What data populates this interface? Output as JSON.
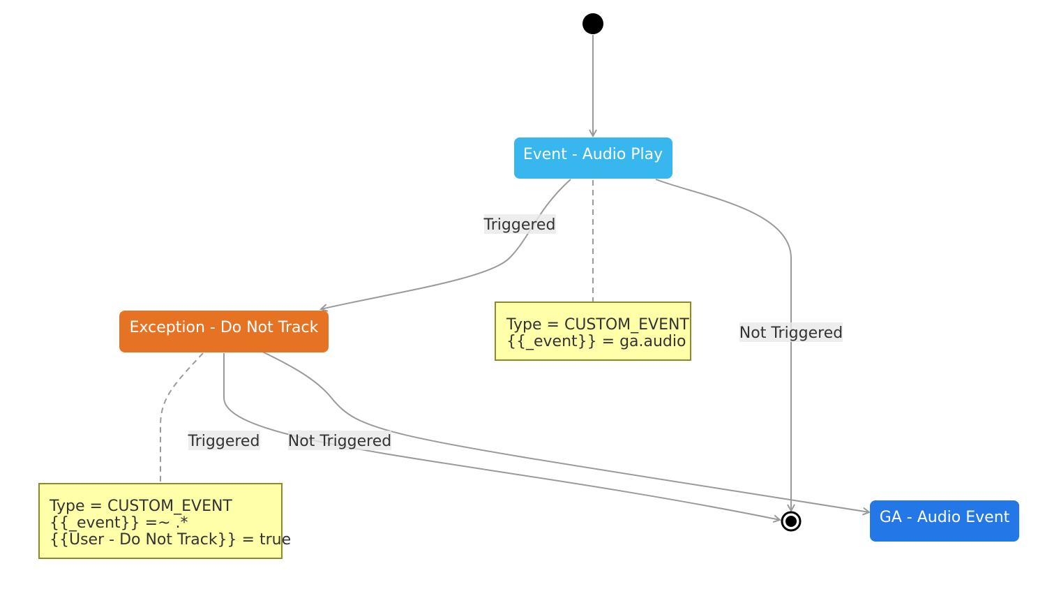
{
  "colors": {
    "event_state": "#38b6ee",
    "exception_state": "#e67323",
    "ga_state": "#2377e6",
    "note_fill": "#ffffaa",
    "note_border": "#8a8a2c",
    "edge": "#9a9a9a",
    "label_bg": "#e8e8e8",
    "text_dark": "#333333"
  },
  "states": {
    "event": {
      "label": "Event - Audio Play"
    },
    "exception": {
      "label": "Exception - Do Not Track"
    },
    "ga": {
      "label": "GA - Audio Event"
    }
  },
  "edges": {
    "event_to_exception": "Triggered",
    "event_to_end": "Not Triggered",
    "exception_to_end": "Triggered",
    "exception_to_ga": "Not Triggered"
  },
  "notes": {
    "event_note": {
      "lines": [
        "Type = CUSTOM_EVENT",
        "{{_event}} = ga.audio"
      ]
    },
    "exception_note": {
      "lines": [
        "Type = CUSTOM_EVENT",
        "{{_event}} =~ .*",
        "{{User - Do Not Track}} = true"
      ]
    }
  }
}
